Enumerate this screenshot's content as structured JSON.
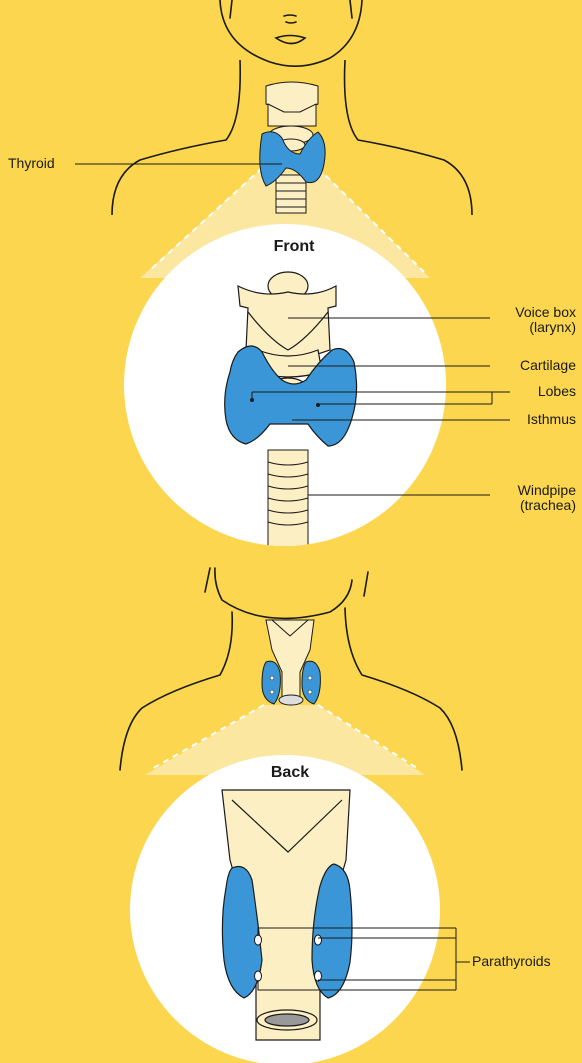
{
  "labels": {
    "thyroid": "Thyroid",
    "front": "Front",
    "voice_box_1": "Voice box",
    "voice_box_2": "(larynx)",
    "cartilage": "Cartilage",
    "lobes": "Lobes",
    "isthmus": "Isthmus",
    "windpipe_1": "Windpipe",
    "windpipe_2": "(trachea)",
    "back": "Back",
    "parathyroids": "Parathyroids"
  },
  "colors": {
    "background": "#FBD64E",
    "cone": "#FCE7A0",
    "circle": "#FFFFFF",
    "cartilage": "#FCEFC4",
    "gland": "#3A96D6",
    "outline": "#1A1A1A"
  }
}
